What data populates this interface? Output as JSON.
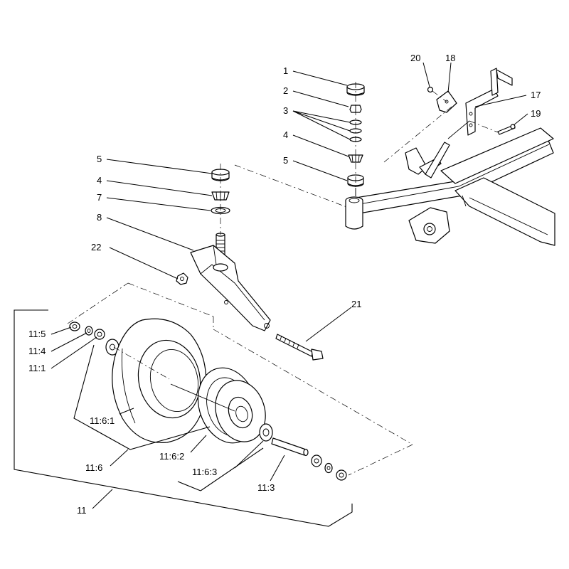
{
  "callouts": {
    "c1": "1",
    "c2": "2",
    "c3": "3",
    "c4a": "4",
    "c5a": "5",
    "c17": "17",
    "c18": "18",
    "c19": "19",
    "c20": "20",
    "c5b": "5",
    "c4b": "4",
    "c7": "7",
    "c8": "8",
    "c22": "22",
    "c21": "21",
    "c11_5": "11:5",
    "c11_4": "11:4",
    "c11_1": "11:1",
    "c11_6_1": "11:6:1",
    "c11_6_2": "11:6:2",
    "c11_6": "11:6",
    "c11_6_3": "11:6:3",
    "c11_3": "11:3",
    "c11": "11"
  }
}
